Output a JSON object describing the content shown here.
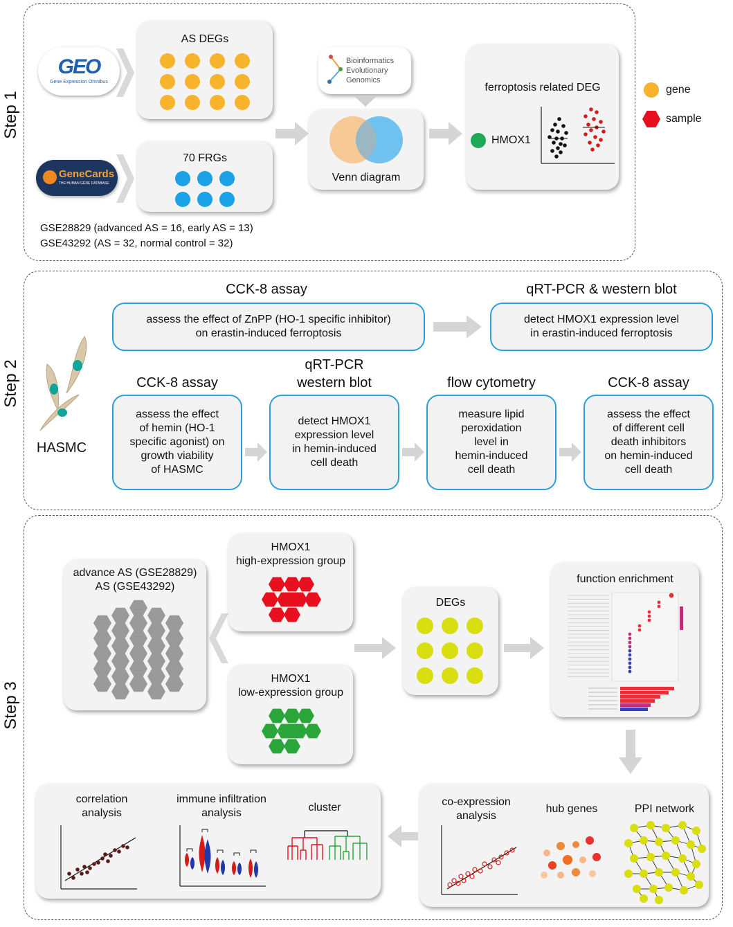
{
  "steps": [
    "Step 1",
    "Step 2",
    "Step 3"
  ],
  "step1": {
    "geo_logo": "GEO",
    "geo_sub": "Gene Expression Omnibus",
    "genecards_logo": "GeneCards",
    "genecards_sub": "THE HUMAN GENE DATABASE",
    "as_degs": "AS DEGs",
    "frgs": "70 FRGs",
    "beg_line1": "Bioinformatics",
    "beg_line2": "Evolutionary",
    "beg_line3": "Genomics",
    "venn": "Venn diagram",
    "ferro_title": "ferroptosis related DEG",
    "gene_name": "HMOX1",
    "legend_gene": "gene",
    "legend_sample": "sample",
    "dataset1": "GSE28829 (advanced AS = 16, early AS = 13)",
    "dataset2": "GSE43292 (AS = 32, normal control = 32)"
  },
  "step2": {
    "top_left_title": "CCK-8 assay",
    "top_left_text1": "assess the effect of ZnPP (HO-1 specific inhibitor)",
    "top_left_text2": "on erastin-induced ferroptosis",
    "top_right_title": "qRT-PCR & western blot",
    "top_right_text1": "detect HMOX1 expression level",
    "top_right_text2": "in erastin-induced ferroptosis",
    "cell_label": "HASMC",
    "b1_title": "CCK-8 assay",
    "b1_text": [
      "assess the effect",
      "of hemin (HO-1",
      "specific agonist) on",
      "growth viability",
      "of HASMC"
    ],
    "b2_title1": "qRT-PCR",
    "b2_title2": "western blot",
    "b2_text": [
      "detect HMOX1",
      "expression level",
      "in hemin-induced",
      "cell death"
    ],
    "b3_title": "flow cytometry",
    "b3_text": [
      "measure lipid",
      "peroxidation",
      "level in",
      "hemin-induced",
      "cell death"
    ],
    "b4_title": "CCK-8 assay",
    "b4_text": [
      "assess the effect",
      "of different cell",
      "death inhibitors",
      "on hemin-induced",
      "cell death"
    ]
  },
  "step3": {
    "samples_line1": "advance AS (GSE28829)",
    "samples_line2": "AS (GSE43292)",
    "high_line1": "HMOX1",
    "high_line2": "high-expression group",
    "low_line1": "HMOX1",
    "low_line2": "low-expression group",
    "degs": "DEGs",
    "function": "function enrichment",
    "coexp1": "co-expression",
    "coexp2": "analysis",
    "hub": "hub genes",
    "ppi": "PPI network",
    "corr1": "correlation",
    "corr2": "analysis",
    "immune1": "immune infiltration",
    "immune2": "analysis",
    "cluster": "cluster"
  },
  "colors": {
    "gene": "#f7b32b",
    "frg": "#1ba1e6",
    "hmox1": "#1faa5a",
    "sample": "#e8101e",
    "deg": "#d8de10",
    "box_border": "#2a9fd8",
    "gray_hex": "#9a9a9a",
    "high_hex": "#e8101e",
    "low_hex": "#2aa63a"
  }
}
